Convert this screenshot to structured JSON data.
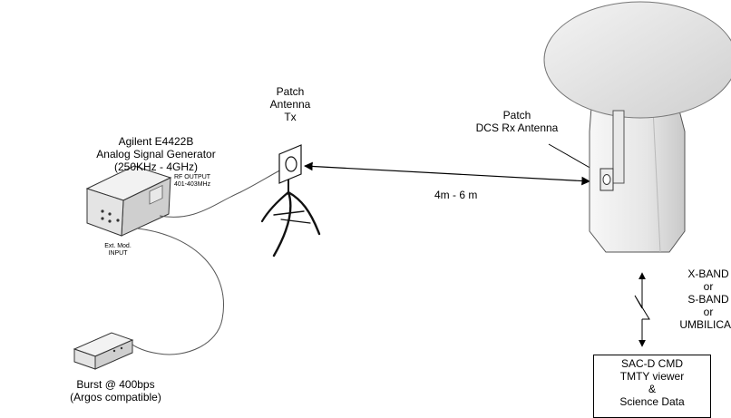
{
  "signal_generator": {
    "name": "Agilent E4422B",
    "type": "Analog Signal Generator",
    "range": "(250KHz - 4GHz)",
    "rf_output_label": "RF OUTPUT",
    "rf_output_range": "401-403MHz",
    "ext_mod_label": "Ext. Mod.",
    "ext_mod_input": "INPUT"
  },
  "tx_antenna": {
    "line1": "Patch",
    "line2": "Antenna",
    "line3": "Tx"
  },
  "rx_antenna": {
    "line1": "Patch",
    "line2": "DCS Rx Antenna"
  },
  "distance": "4m - 6 m",
  "burst": {
    "line1": "Burst @ 400bps",
    "line2": "(Argos compatible)"
  },
  "link": {
    "line1": "X-BAND",
    "line2": "or",
    "line3": "S-BAND",
    "line4": "or",
    "line5": "UMBILICAL"
  },
  "ground_station": {
    "line1": "SAC-D CMD",
    "line2": "TMTY viewer",
    "line3": "&",
    "line4": "Science Data"
  }
}
